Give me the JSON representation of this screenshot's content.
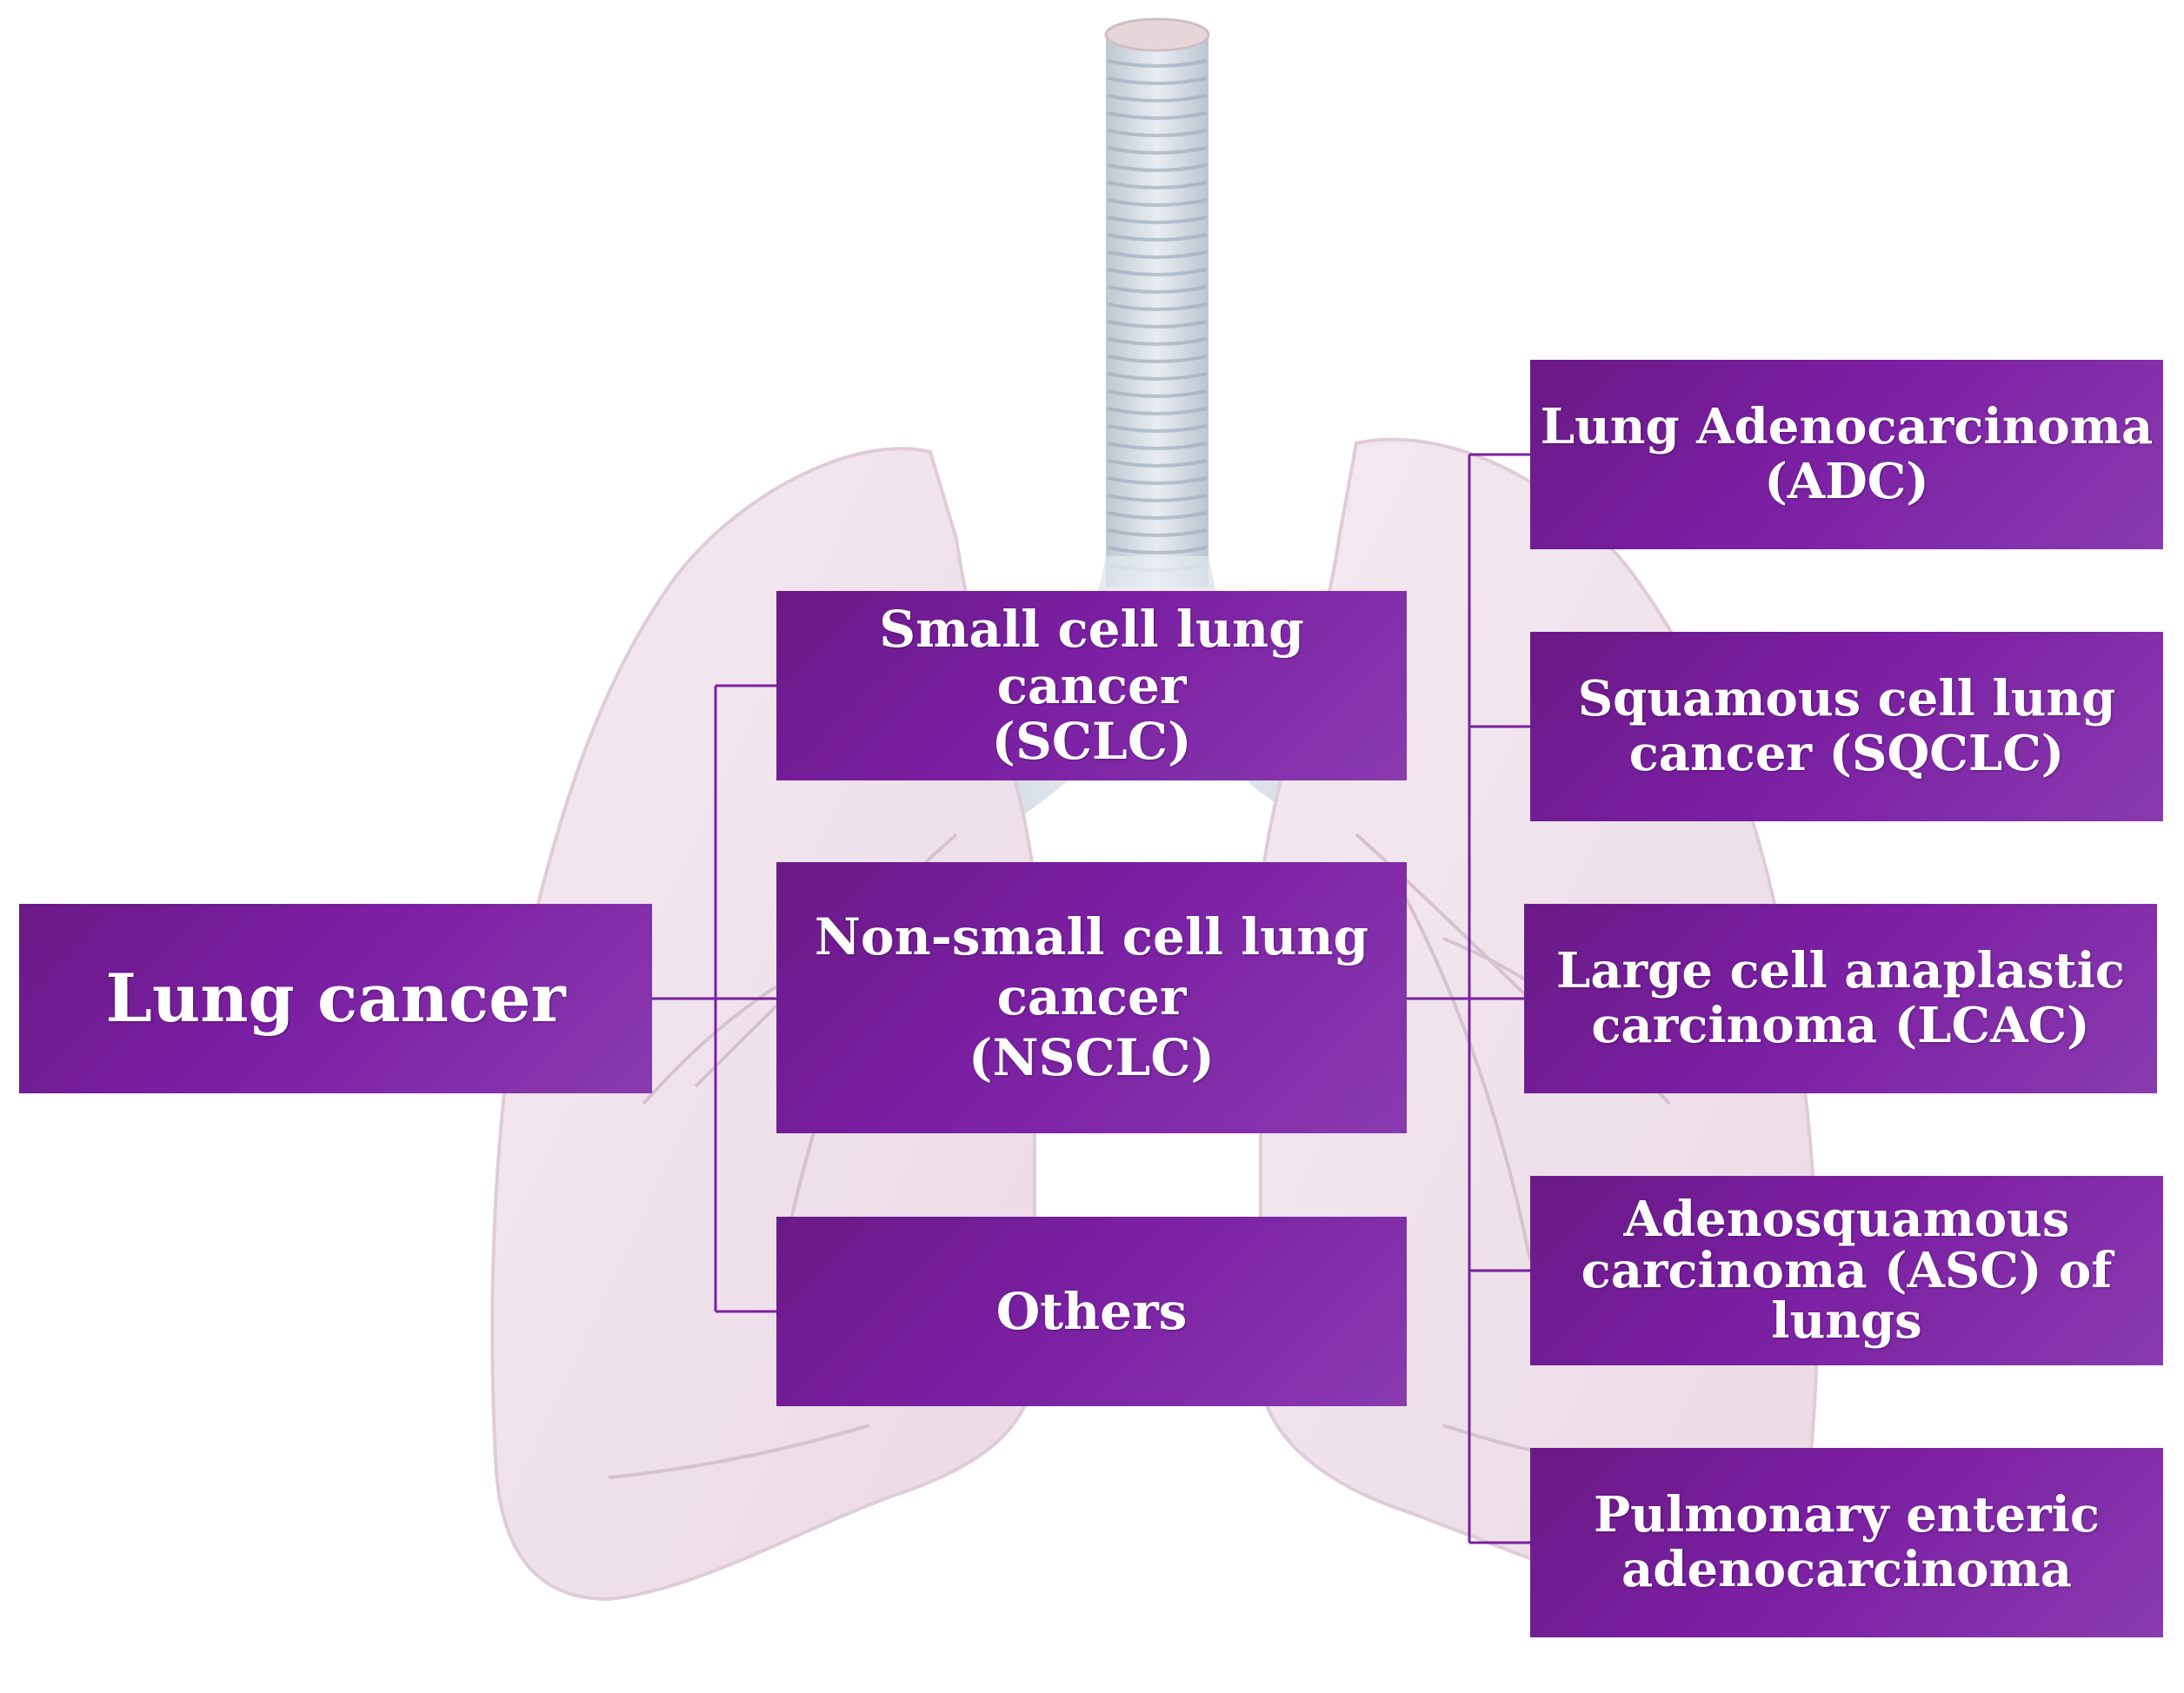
{
  "diagram": {
    "root": {
      "label": "Lung cancer"
    },
    "level1": [
      {
        "label": "Small cell lung cancer\n(SCLC)"
      },
      {
        "label": "Non-small cell lung\ncancer\n(NSCLC)"
      },
      {
        "label": "Others"
      }
    ],
    "nsclc_subtypes": [
      {
        "label": "Lung Adenocarcinoma\n(ADC)"
      },
      {
        "label": "Squamous cell lung\ncancer (SQCLC)"
      },
      {
        "label": "Large cell anaplastic\ncarcinoma (LCAC)"
      },
      {
        "label": "Adenosquamous\ncarcinoma (ASC) of\nlungs"
      },
      {
        "label": "Pulmonary enteric\nadenocarcinoma"
      }
    ]
  },
  "background": {
    "illustration": "lungs-trachea-illustration"
  },
  "colors": {
    "box": "#7a1fa2",
    "connector": "#7a1fa2",
    "lung_tint": "#efe2ec",
    "trachea": "#ccd6df"
  }
}
